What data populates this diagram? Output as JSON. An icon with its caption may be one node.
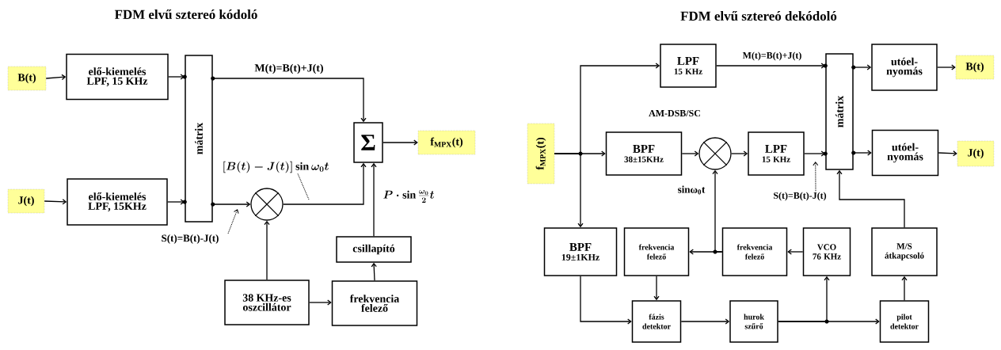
{
  "diagram": {
    "nodes": [
      {
        "text": [
          "B(t)"
        ]
      },
      {
        "text": [
          "elő-kiemelés LPF, 15 KHz"
        ]
      },
      {
        "text": [
          "J(t)"
        ]
      },
      {
        "text": [
          "elő-kiemelés LPF, 15KHz"
        ]
      },
      {
        "text": [
          "mátrix"
        ]
      },
      {
        "text": [
          "Σ"
        ]
      },
      {
        "text": [
          "f$_{MPX}$(t)"
        ]
      },
      {
        "text": [],
        "shape": "circle"
      },
      {
        "text": [
          "csillapító"
        ]
      },
      {
        "text": [
          "38 KHz-es oszcillátor"
        ]
      },
      {
        "text": [
          "frekvencia felező"
        ]
      },
      {
        "text": [
          "\\left[B(t)-J(t)\\right]\\sin\\omega_0 t"
        ]
      },
      {
        "text": [
          "S(t)=B(t)-J(t)"
        ]
      },
      {
        "text": [
          "f$_{MPX}$(t)"
        ]
      },
      {
        "text": [
          "LPF",
          "15 KHz"
        ]
      },
      {
        "text": [
          "BPF",
          "38±15KHz"
        ]
      },
      {
        "text": [],
        "shape": "circle"
      },
      {
        "text": [
          "LPF",
          "15 KHz"
        ]
      },
      {
        "text": [
          "mátrix"
        ]
      },
      {
        "text": [
          "utóel- nyomás"
        ]
      },
      {
        "text": [
          "B(t)"
        ]
      },
      {
        "text": [
          "utóel- nyomás"
        ]
      },
      {
        "text": [
          "J(t)"
        ]
      },
      {
        "text": [
          "BPF",
          "19±1KHz"
        ]
      },
      {
        "text": [
          "frekvencia felező"
        ]
      },
      {
        "text": [
          "frekvencia felező"
        ]
      },
      {
        "text": [
          "VCO 76 KHz"
        ]
      },
      {
        "text": [
          "M/S átkapcsoló"
        ]
      },
      {
        "text": [
          "fázis detektor"
        ]
      },
      {
        "text": [
          "hurok szűrő"
        ]
      },
      {
        "text": [
          "pilot detektor"
        ]
      },
      {
        "text": [
          "S(t)=B(t)-J(t)"
        ]
      }
    ],
    "edges": [
      {
        "from": 0,
        "to": 1,
        "arrow": "to"
      },
      {
        "from": 1,
        "to": 4,
        "arrow": "to"
      },
      {
        "from": 2,
        "to": 3,
        "arrow": "to"
      },
      {
        "from": 3,
        "to": 4,
        "arrow": "to"
      },
      {
        "from": 4,
        "to": 5,
        "arrow": "to",
        "label": "M(t)=B(t)+J(t)"
      },
      {
        "from": 4,
        "to": 7,
        "arrow": "to"
      },
      {
        "from": 7,
        "to": 5,
        "arrow": "to"
      },
      {
        "from": 9,
        "to": 7,
        "arrow": "to"
      },
      {
        "from": 9,
        "to": 10,
        "arrow": "to"
      },
      {
        "from": 10,
        "to": 8,
        "arrow": "to"
      },
      {
        "from": 8,
        "to": 5,
        "arrow": "to",
        "label": "P\\cdot\\sin\\frac{\\omega_0}{2}t"
      },
      {
        "from": 5,
        "to": 6,
        "arrow": "to"
      },
      {
        "from": 11,
        "to": null,
        "arrow": "none",
        "style": "dashed"
      },
      {
        "from": 12,
        "to": null,
        "arrow": "to",
        "style": "dashed"
      },
      {
        "from": 13,
        "to": 15,
        "arrow": "to"
      },
      {
        "from": 13,
        "to": 14,
        "arrow": "to"
      },
      {
        "from": 13,
        "to": 23,
        "arrow": "to"
      },
      {
        "from": 14,
        "to": 18,
        "arrow": "to",
        "label": "M(t)=B(t)+J(t)"
      },
      {
        "from": 15,
        "to": 16,
        "arrow": "to"
      },
      {
        "from": 16,
        "to": 17,
        "arrow": "to"
      },
      {
        "from": 17,
        "to": 18,
        "arrow": "to"
      },
      {
        "from": 18,
        "to": 19,
        "arrow": "to"
      },
      {
        "from": 18,
        "to": 21,
        "arrow": "to"
      },
      {
        "from": 19,
        "to": 20,
        "arrow": "to"
      },
      {
        "from": 21,
        "to": 22,
        "arrow": "to"
      },
      {
        "from": 25,
        "to": 16,
        "arrow": "to",
        "label": "sinω$_{0}$t"
      },
      {
        "from": 25,
        "to": 24,
        "arrow": "to"
      },
      {
        "from": 26,
        "to": 25,
        "arrow": "to"
      },
      {
        "from": 24,
        "to": 28,
        "arrow": "to"
      },
      {
        "from": 23,
        "to": 28,
        "arrow": "to"
      },
      {
        "from": 28,
        "to": 29,
        "arrow": "to"
      },
      {
        "from": 29,
        "to": 30,
        "arrow": "to"
      },
      {
        "from": 29,
        "to": 26,
        "arrow": "to"
      },
      {
        "from": 30,
        "to": 27,
        "arrow": "to"
      },
      {
        "from": 27,
        "to": 18,
        "arrow": "to"
      },
      {
        "from": 31,
        "to": 17,
        "arrow": "to",
        "style": "dashed"
      }
    ],
    "labels": [
      "FDM elvű sztereó kódoló",
      "FDM elvű sztereó dekódoló",
      "AM-DSB/SC"
    ]
  }
}
